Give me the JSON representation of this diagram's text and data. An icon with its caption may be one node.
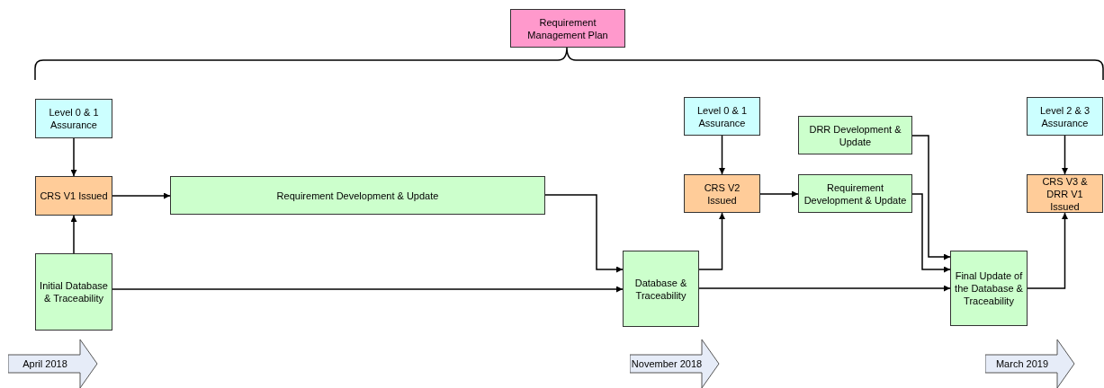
{
  "diagram": {
    "nodes": [
      {
        "text": [
          "Requirement Management Plan"
        ]
      },
      {
        "text": [
          "Level 0 & 1 Assurance"
        ]
      },
      {
        "text": [
          "CRS V1 Issued"
        ]
      },
      {
        "text": [
          "Requirement Development & Update"
        ]
      },
      {
        "text": [
          "Initial Database & Traceability"
        ]
      },
      {
        "text": [
          "Level 0 & 1 Assurance"
        ]
      },
      {
        "text": [
          "CRS V2 Issued"
        ]
      },
      {
        "text": [
          "DRR Development & Update"
        ]
      },
      {
        "text": [
          "Requirement Development & Update"
        ]
      },
      {
        "text": [
          "Database & Traceability"
        ]
      },
      {
        "text": [
          "Level 2 & 3 Assurance"
        ]
      },
      {
        "text": [
          "CRS V3 & DRR V1 Issued"
        ]
      },
      {
        "text": [
          "Final Update of the Database & Traceability"
        ]
      },
      {
        "text": [
          "April 2018"
        ]
      },
      {
        "text": [
          "November 2018"
        ]
      },
      {
        "text": [
          "March 2019"
        ]
      }
    ],
    "edges": [
      {
        "from": 1,
        "to": 2,
        "arrow": "to"
      },
      {
        "from": 4,
        "to": 2,
        "arrow": "to"
      },
      {
        "from": 2,
        "to": 3,
        "arrow": "to"
      },
      {
        "from": 3,
        "to": 9,
        "arrow": "to"
      },
      {
        "from": 4,
        "to": 9,
        "arrow": "to"
      },
      {
        "from": 9,
        "to": 6,
        "arrow": "to"
      },
      {
        "from": 5,
        "to": 6,
        "arrow": "to"
      },
      {
        "from": 6,
        "to": 8,
        "arrow": "to"
      },
      {
        "from": 7,
        "to": 12,
        "arrow": "to"
      },
      {
        "from": 8,
        "to": 12,
        "arrow": "to"
      },
      {
        "from": 9,
        "to": 12,
        "arrow": "to"
      },
      {
        "from": 12,
        "to": 11,
        "arrow": "to"
      },
      {
        "from": 10,
        "to": 11,
        "arrow": "to"
      }
    ]
  }
}
